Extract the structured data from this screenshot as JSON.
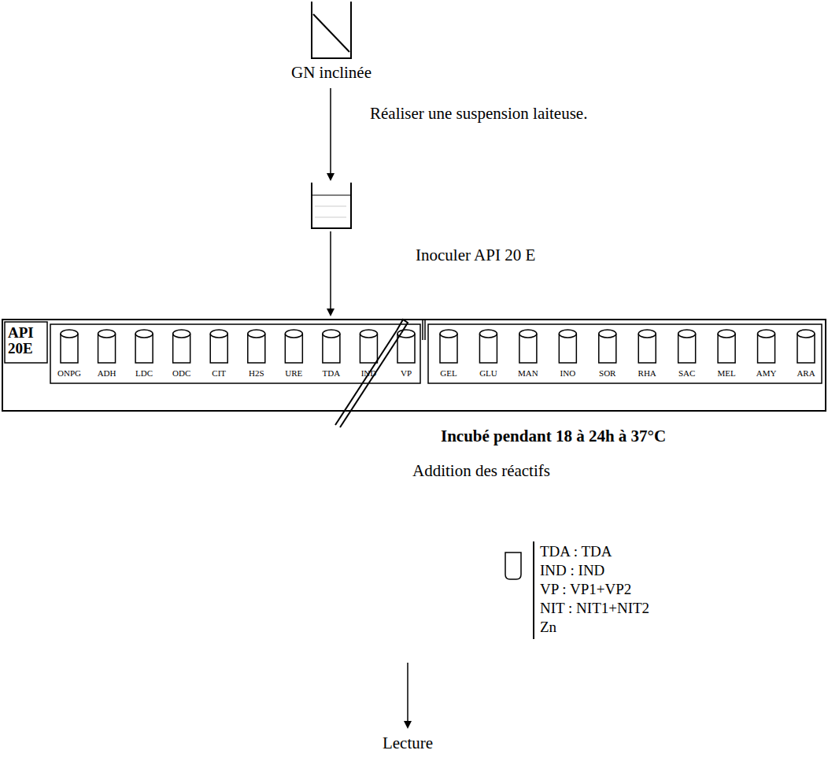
{
  "diagram": {
    "nodes": [
      {
        "text": [
          "API 20E",
          "ONPG",
          "ADH",
          "LDC",
          "ODC",
          "CIT",
          "H2S",
          "URE",
          "TDA",
          "IND",
          "VP",
          "GEL",
          "GLU",
          "MAN",
          "INO",
          "SOR",
          "RHA",
          "SAC",
          "MEL",
          "AMY",
          "ARA"
        ]
      }
    ],
    "labels": [
      "GN inclinée",
      "Réaliser une suspension laiteuse.",
      "Inoculer API 20 E",
      "Incubé pendant 18 à 24h à 37°C",
      "Addition des réactifs",
      "TDA : TDA",
      "IND : IND",
      "VP : VP1+VP2",
      "NIT : NIT1+NIT2",
      "Zn",
      "Lecture"
    ]
  }
}
